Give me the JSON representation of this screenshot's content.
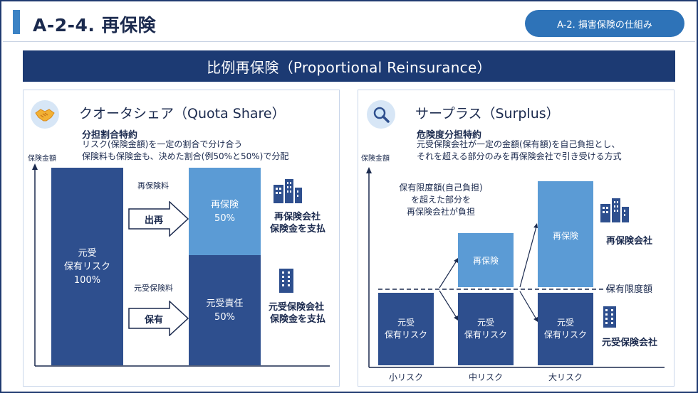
{
  "header": {
    "title": "A-2-4. 再保険",
    "section_pill": "A-2. 損害保険の仕組み"
  },
  "banner": {
    "title": "比例再保険（Proportional Reinsurance）"
  },
  "quota": {
    "title": "クオータシェア（Quota Share）",
    "subtitle": "分担割合特約",
    "desc_line1": "リスク(保険金額)を一定の割合で分け合う",
    "desc_line2": "保険料も保険金も、決めた割合(例50%と50%)で分配",
    "axis_label": "保険金額",
    "ceding_box_l1": "元受",
    "ceding_box_l2": "保有リスク",
    "ceding_box_l3": "100%",
    "premium_label": "再保険料",
    "cede_arrow": "出再",
    "ceding_premium_label": "元受保険料",
    "retain_arrow": "保有",
    "reins_box_l1": "再保険",
    "reins_box_l2": "50%",
    "own_box_l1": "元受責任",
    "own_box_l2": "50%",
    "reinsurer_l1": "再保険会社",
    "reinsurer_l2": "保険金を支払",
    "insurer_l1": "元受保険会社",
    "insurer_l2": "保険金を支払"
  },
  "surplus": {
    "title": "サープラス（Surplus）",
    "subtitle": "危険度分担特約",
    "desc_line1": "元受保険会社が一定の金額(保有額)を自己負担とし、",
    "desc_line2": "それを超える部分のみを再保険会社で引き受ける方式",
    "axis_label": "保険金額",
    "note_l1": "保有限度額(自己負担)",
    "note_l2": "を超えた部分を",
    "note_l3": "再保険会社が負担",
    "retained_l1": "元受",
    "retained_l2": "保有リスク",
    "reins_label": "再保険",
    "reinsurer_label": "再保険会社",
    "limit_label": "保有限度額",
    "insurer_label": "元受保険会社",
    "categories": [
      "小リスク",
      "中リスク",
      "大リスク"
    ]
  },
  "colors": {
    "navy": "#1c3a73",
    "dark_blue": "#2e4f8e",
    "light_blue": "#5b9bd5",
    "accent": "#2e73b8"
  },
  "icons": {
    "quota": "handshake-icon",
    "surplus": "magnifier-icon",
    "reinsurer": "buildings-icon",
    "insurer": "building-icon"
  }
}
